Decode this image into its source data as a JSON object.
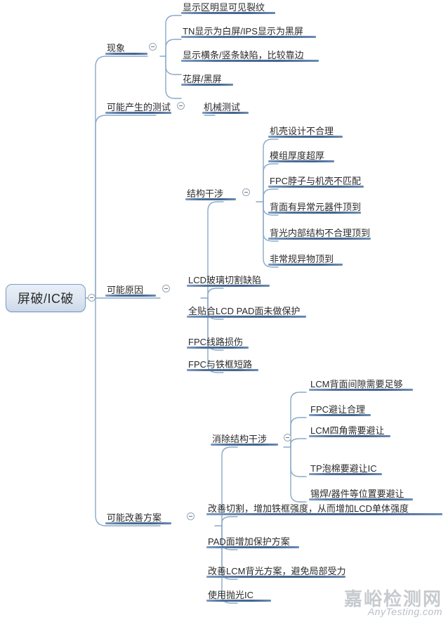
{
  "diagram": {
    "type": "mind-map",
    "root": {
      "label": "屏破/IC破"
    },
    "branches": [
      {
        "id": "phenomenon",
        "label": "现象",
        "children": [
          {
            "label": "显示区明显可见裂纹"
          },
          {
            "label": "TN显示为白屏/IPS显示为黑屏"
          },
          {
            "label": "显示横条/竖条缺陷，比较靠边"
          },
          {
            "label": "花屏/黑屏"
          }
        ]
      },
      {
        "id": "possible-test",
        "label": "可能产生的测试",
        "children": [
          {
            "label": "机械测试"
          }
        ]
      },
      {
        "id": "possible-cause",
        "label": "可能原因",
        "children": [
          {
            "label": "结构干涉",
            "children": [
              {
                "label": "机壳设计不合理"
              },
              {
                "label": "模组厚度超厚"
              },
              {
                "label": "FPC脖子与机壳不匹配"
              },
              {
                "label": "背面有异常元器件顶到"
              },
              {
                "label": "背光内部结构不合理顶到"
              },
              {
                "label": "非常规异物顶到"
              }
            ]
          },
          {
            "label": "LCD玻璃切割缺陷"
          },
          {
            "label": "全贴合LCD PAD面未做保护"
          },
          {
            "label": "FPC线路损伤"
          },
          {
            "label": "FPC与铁框短路"
          }
        ]
      },
      {
        "id": "possible-improvement",
        "label": "可能改善方案",
        "children": [
          {
            "label": "消除结构干涉",
            "children": [
              {
                "label": "LCM背面间隙需要足够"
              },
              {
                "label": "FPC避让合理"
              },
              {
                "label": "LCM四角需要避让"
              },
              {
                "label": "TP泡棉要避让IC"
              },
              {
                "label": "锡焊/器件等位置要避让"
              }
            ]
          },
          {
            "label": "改善切割，增加铁框强度，从而增加LCD单体强度"
          },
          {
            "label": "PAD面增加保护方案"
          },
          {
            "label": "改善LCM背光方案，避免局部受力"
          },
          {
            "label": "使用抛光IC"
          }
        ]
      }
    ]
  },
  "watermark": {
    "cn": "嘉峪检测网",
    "en": "AnyTesting.com"
  },
  "colors": {
    "underline": "#41648f",
    "branch_line": "#8aa8c8",
    "root_border": "#7b9cc4",
    "root_fill": "#dde6f1",
    "text": "#2a2a2a"
  },
  "icons": {
    "collapse": "collapse-minus-icon"
  }
}
